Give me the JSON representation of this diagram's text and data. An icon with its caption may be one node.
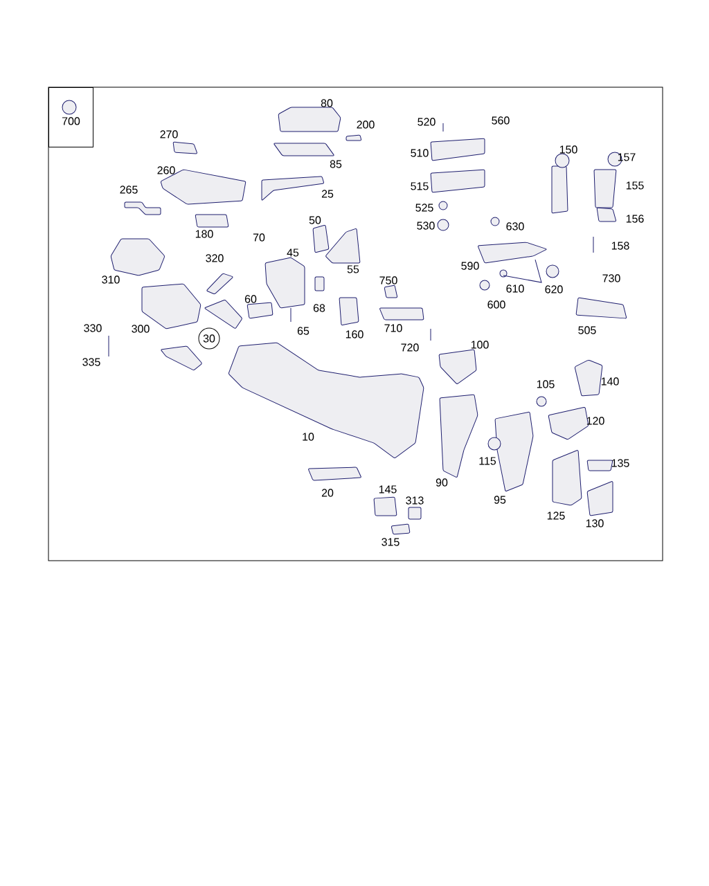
{
  "diagram": {
    "nodes": [
      {
        "text": [
          "700"
        ]
      },
      {
        "text": [
          "30"
        ]
      }
    ],
    "labels": [
      "80",
      "200",
      "520",
      "560",
      "270",
      "150",
      "157",
      "510",
      "85",
      "260",
      "25",
      "515",
      "155",
      "265",
      "525",
      "156",
      "50",
      "630",
      "530",
      "180",
      "70",
      "158",
      "45",
      "320",
      "590",
      "55",
      "310",
      "750",
      "730",
      "610",
      "620",
      "60",
      "68",
      "600",
      "330",
      "300",
      "710",
      "65",
      "505",
      "160",
      "100",
      "720",
      "335",
      "105",
      "140",
      "120",
      "10",
      "115",
      "135",
      "90",
      "20",
      "95",
      "145",
      "313",
      "125",
      "130",
      "315"
    ]
  }
}
